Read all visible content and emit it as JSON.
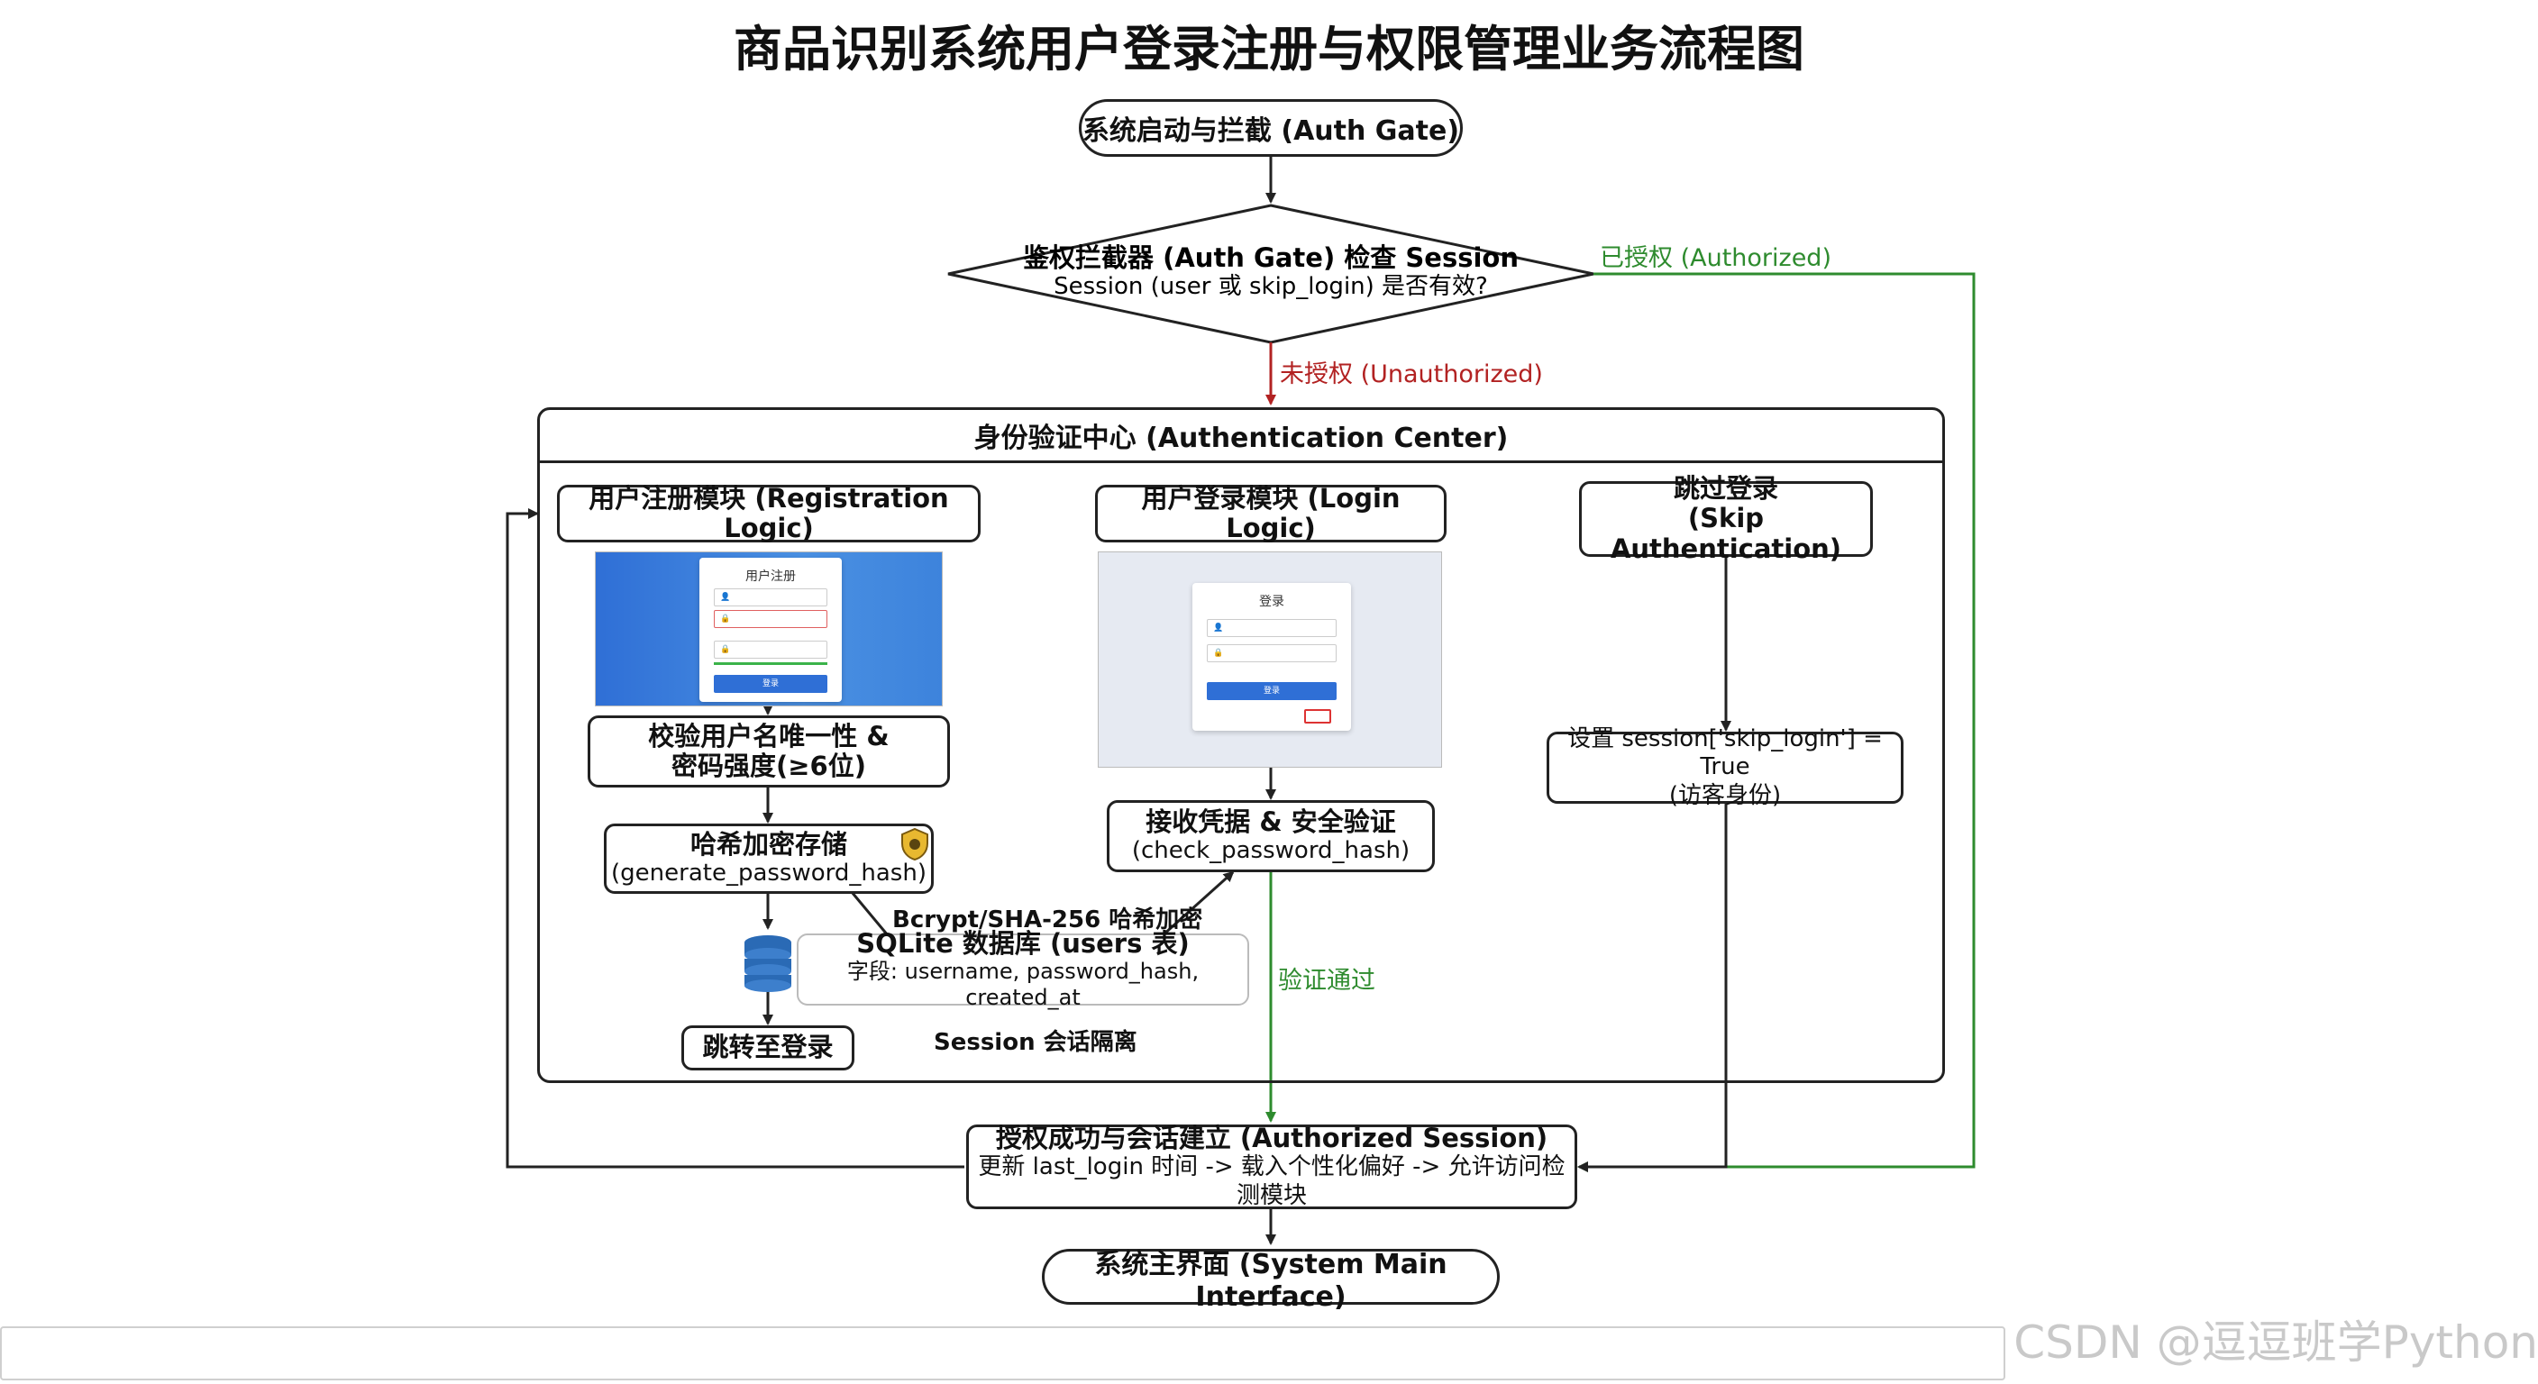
{
  "title": "商品识别系统用户登录注册与权限管理业务流程图",
  "nodes": {
    "start": "系统启动与拦截 (Auth Gate)",
    "gate_line1": "鉴权拦截器 (Auth Gate) 检查 Session",
    "gate_line2": "Session (user 或 skip_login) 是否有效?",
    "auth_center": "身份验证中心 (Authentication Center)",
    "reg_module": "用户注册模块 (Registration Logic)",
    "login_module": "用户登录模块 (Login Logic)",
    "skip_line1": "跳过登录",
    "skip_line2": "(Skip Authentication)",
    "validate_line1": "校验用户名唯一性 &",
    "validate_line2": "密码强度(≥6位)",
    "hash_line1": "哈希加密存储",
    "hash_line2": "(generate_password_hash)",
    "db_line1": "SQLite 数据库 (users 表)",
    "db_line2": "字段: username, password_hash, created_at",
    "goto_login": "跳转至登录",
    "recv_line1": "接收凭据 & 安全验证",
    "recv_line2": "(check_password_hash)",
    "skip_set_line1": "设置 session['skip_login'] = True",
    "skip_set_line2": "(访客身份)",
    "session_line1": "授权成功与会话建立 (Authorized Session)",
    "session_line2": "更新 last_login 时间 -> 载入个性化偏好 -> 允许访问检测模块",
    "main_ui": "系统主界面 (System Main Interface)"
  },
  "labels": {
    "authorized": "已授权 (Authorized)",
    "unauthorized": "未授权 (Unauthorized)",
    "bcrypt": "Bcrypt/SHA-256 哈希加密",
    "session_isolation": "Session 会话隔离",
    "verified": "验证通过"
  },
  "screenshots": {
    "register_title": "用户注册",
    "login_title": "登录",
    "register_button": "登录",
    "login_button": "登录"
  },
  "watermark": "CSDN @逗逗班学Python",
  "colors": {
    "green": "#2e8b2e",
    "red": "#b22222",
    "line": "#222222"
  }
}
